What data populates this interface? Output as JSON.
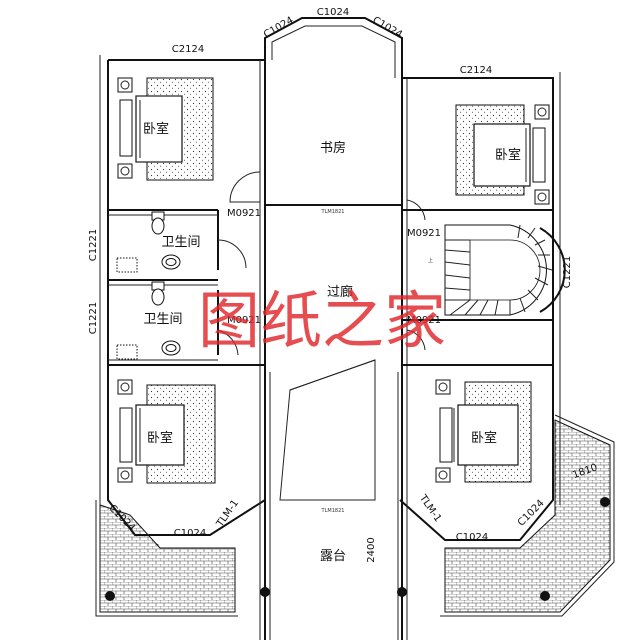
{
  "rooms": {
    "bed_nw": "卧室",
    "bed_ne": "卧室",
    "bed_sw": "卧室",
    "bed_se": "卧室",
    "study": "书房",
    "bath_upper": "卫生间",
    "bath_lower": "卫生间",
    "corridor": "过廊",
    "terrace": "露台"
  },
  "windows": {
    "study_top": "C1024",
    "study_left": "C1024",
    "study_right": "C1024",
    "bed_nw_top": "C2124",
    "bed_ne_top": "C2124",
    "bath_upper_left": "C1221",
    "bath_lower_left": "C1221",
    "stair_right": "C1221",
    "bed_sw_diag": "C1024",
    "bed_sw_bottom": "C1024",
    "bed_se_diag": "C1024",
    "bed_se_bottom": "C1024"
  },
  "doors": {
    "d1": "M0921",
    "d2": "M0921",
    "d3": "M0921",
    "d4": "M0921",
    "sliding_sw": "TLM-1",
    "sliding_se": "TLM-1",
    "beam_top": "TLM1821",
    "beam_bottom": "TLM1821"
  },
  "dims": {
    "terrace_depth": "2400",
    "side_1810": "1810"
  },
  "stair_up": "上",
  "watermark": "图纸之家"
}
